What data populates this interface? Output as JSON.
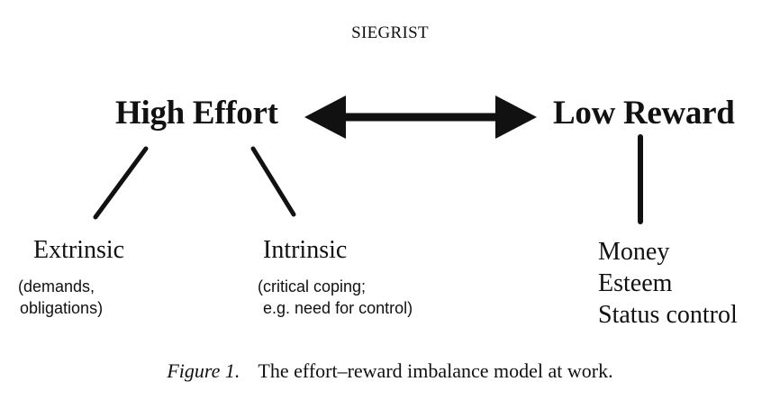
{
  "header": "SIEGRIST",
  "nodes": {
    "high_effort": "High Effort",
    "low_reward": "Low Reward",
    "extrinsic": {
      "title": "Extrinsic",
      "detail_line1": "(demands,",
      "detail_line2": "obligations)"
    },
    "intrinsic": {
      "title": "Intrinsic",
      "detail_line1": "(critical coping;",
      "detail_line2": "e.g. need for control)"
    },
    "rewards": [
      "Money",
      "Esteem",
      "Status control"
    ]
  },
  "caption": {
    "figure_label": "Figure 1.",
    "text": "The effort–reward imbalance model at work."
  }
}
